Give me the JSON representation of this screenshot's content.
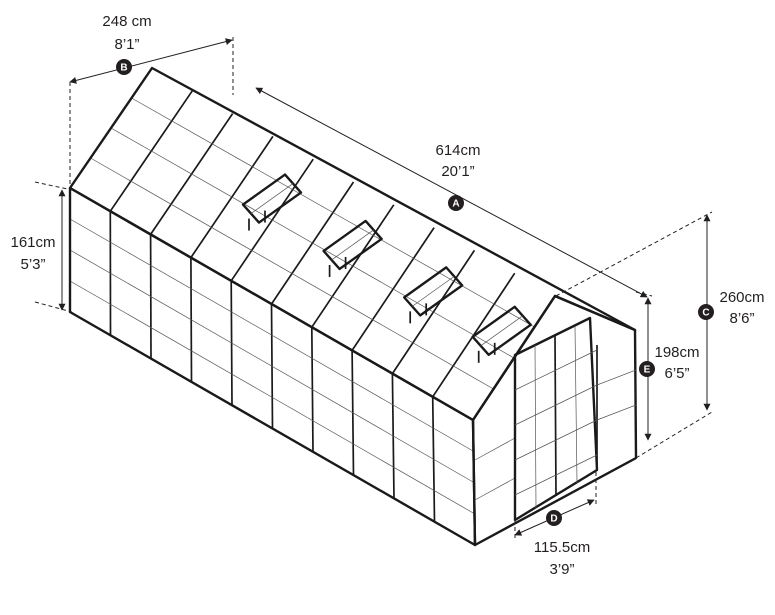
{
  "dimensions": {
    "A": {
      "letter": "A",
      "metric": "614cm",
      "imperial": "20’1”"
    },
    "B": {
      "letter": "B",
      "metric": "248 cm",
      "imperial": "8’1”"
    },
    "C": {
      "letter": "C",
      "metric": "260cm",
      "imperial": "8’6”"
    },
    "D": {
      "letter": "D",
      "metric": "115.5cm",
      "imperial": "3’9”"
    },
    "E": {
      "letter": "E",
      "metric": "198cm",
      "imperial": "6’5”"
    },
    "side_wall": {
      "metric": "161cm",
      "imperial": "5’3”"
    }
  },
  "colors": {
    "badge": "#231f20",
    "line": "#231f20"
  }
}
